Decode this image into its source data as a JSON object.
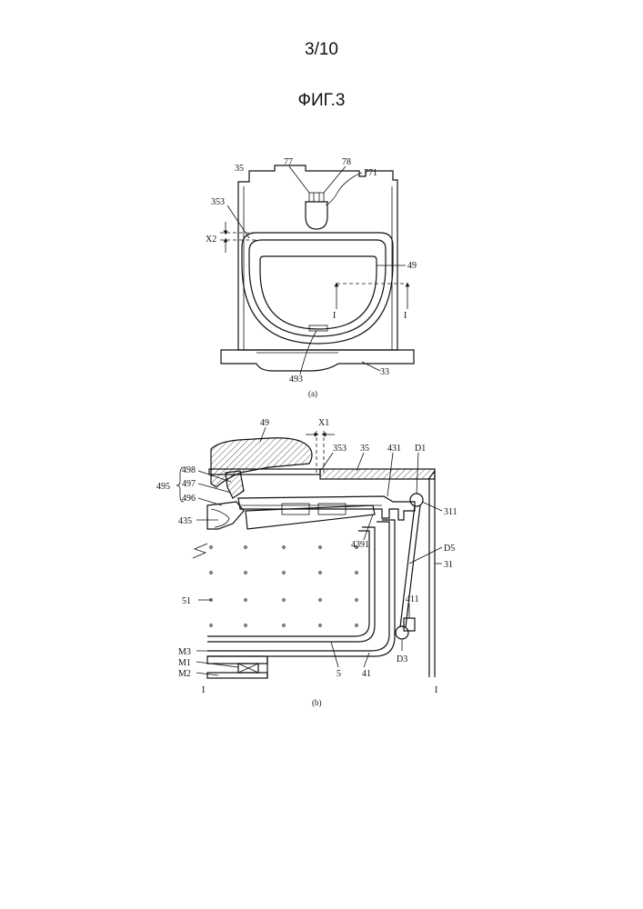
{
  "page_number": "3/10",
  "figure_title": "ФИГ.3",
  "view_a": {
    "caption": "(a)",
    "labels": {
      "l35": "35",
      "l77": "77",
      "l78": "78",
      "l771": "771",
      "l353": "353",
      "lX2": "X2",
      "l49": "49",
      "lI1": "I",
      "lI2": "I",
      "l493": "493",
      "l33": "33"
    }
  },
  "view_b": {
    "caption": "(b)",
    "labels": {
      "l49": "49",
      "lX1": "X1",
      "l353": "353",
      "l35": "35",
      "l431": "431",
      "lD1": "D1",
      "l498": "498",
      "l497": "497",
      "l495": "495",
      "l496": "496",
      "l435": "435",
      "l4391": "4391",
      "l311": "311",
      "lD5": "D5",
      "l31": "31",
      "l51": "51",
      "l411": "411",
      "lM3": "M3",
      "lM1": "M1",
      "lM2": "M2",
      "lD3": "D3",
      "l5": "5",
      "l41": "41",
      "lIL": "I",
      "lIR": "I"
    }
  }
}
